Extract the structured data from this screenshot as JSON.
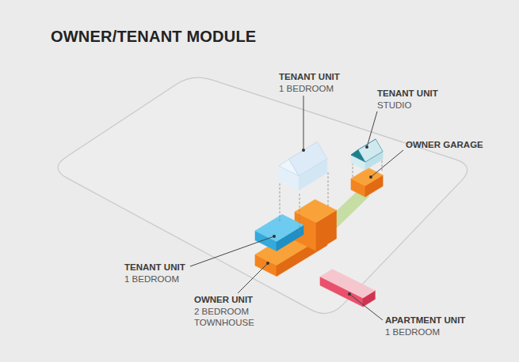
{
  "diagram": {
    "title": "OWNER/TENANT MODULE",
    "labels": [
      "TENANT UNIT",
      "1 BEDROOM",
      "TENANT UNIT",
      "STUDIO",
      "OWNER GARAGE",
      "TENANT UNIT",
      "1 BEDROOM",
      "OWNER UNIT",
      "2 BEDROOM TOWNHOUSE",
      "APARTMENT UNIT",
      "1 BEDROOM"
    ]
  }
}
